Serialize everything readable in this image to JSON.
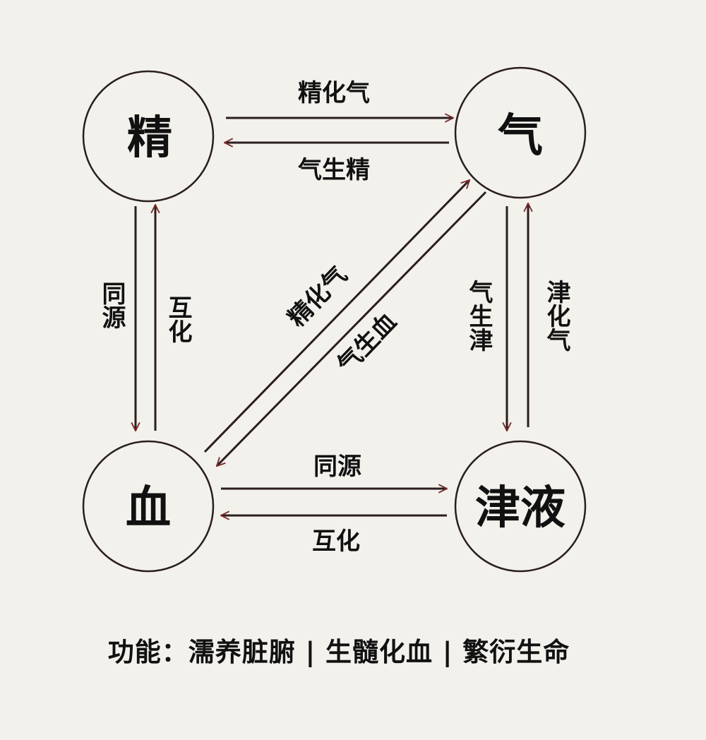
{
  "nodes": {
    "jing": "精",
    "qi": "气",
    "xue": "血",
    "jinye": "津液"
  },
  "edges": {
    "jing_to_qi": "精化气",
    "qi_to_jing": "气生精",
    "jing_xue_down": "同源",
    "xue_jing_up": "互化",
    "qi_to_jinye": "气生津",
    "jinye_to_qi": "津化气",
    "xue_to_qi": "精化气",
    "qi_to_xue": "气生血",
    "xue_to_jinye": "同源",
    "jinye_to_xue": "互化"
  },
  "function_text": "功能：濡养脏腑 | 生髓化血 | 繁衍生命",
  "colors": {
    "line": "#2a1e1e",
    "arrowhead": "#7a2a2a",
    "background": "#f3f1ec"
  }
}
